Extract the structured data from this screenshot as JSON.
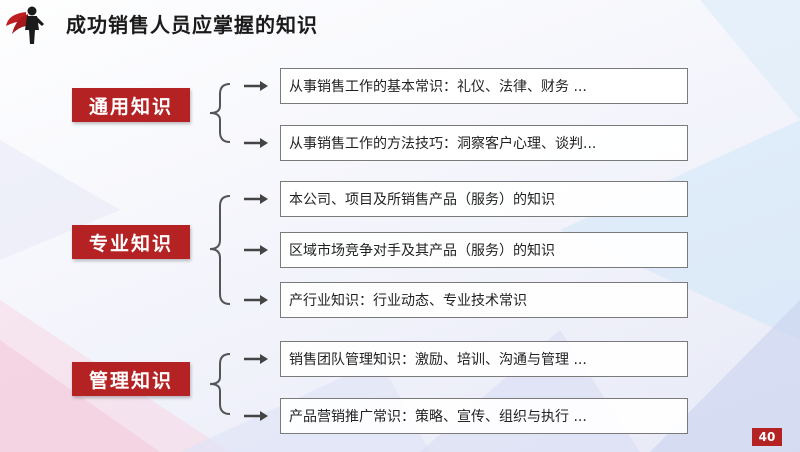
{
  "header": {
    "title": "成功销售人员应掌握的知识",
    "icon": "superhero-icon"
  },
  "groups": [
    {
      "label": "通用知识",
      "items": [
        "从事销售工作的基本常识：礼仪、法律、财务 ...",
        "从事销售工作的方法技巧：洞察客户心理、谈判..."
      ]
    },
    {
      "label": "专业知识",
      "items": [
        "本公司、项目及所销售产品（服务）的知识",
        "区域市场竞争对手及其产品（服务）的知识",
        "产行业知识：行业动态、专业技术常识"
      ]
    },
    {
      "label": "管理知识",
      "items": [
        "销售团队管理知识：激励、培训、沟通与管理 ...",
        "产品营销推广常识：策略、宣传、组织与执行 ..."
      ]
    }
  ],
  "footer": {
    "page_number": "40"
  },
  "colors": {
    "accent": "#b52223",
    "box_border": "#7a7a7a",
    "text": "#222222"
  }
}
